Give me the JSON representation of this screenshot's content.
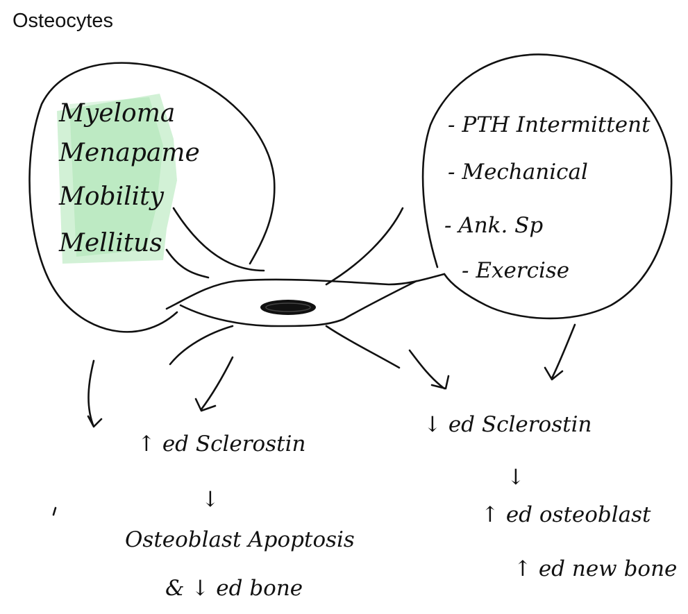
{
  "title": "Osteocytes",
  "colors": {
    "ink": "#111111",
    "highlight": "#7fd68a"
  },
  "left_bubble": {
    "items": [
      "Myeloma",
      "Menapame",
      "Mobility",
      "Mellitus"
    ]
  },
  "right_bubble": {
    "items": [
      "- PTH Intermittent",
      "- Mechanical",
      "- Ank. Sp",
      "- Exercise"
    ]
  },
  "left_outcome": {
    "line1": "↑ ed Sclerostin",
    "arrow": "↓",
    "line2": "Osteoblast Apoptosis",
    "line3": "& ↓ ed bone"
  },
  "right_outcome": {
    "line1": "↓ ed Sclerostin",
    "arrow": "↓",
    "line2": "↑ ed osteoblast",
    "line3": "↑ ed new bone"
  }
}
